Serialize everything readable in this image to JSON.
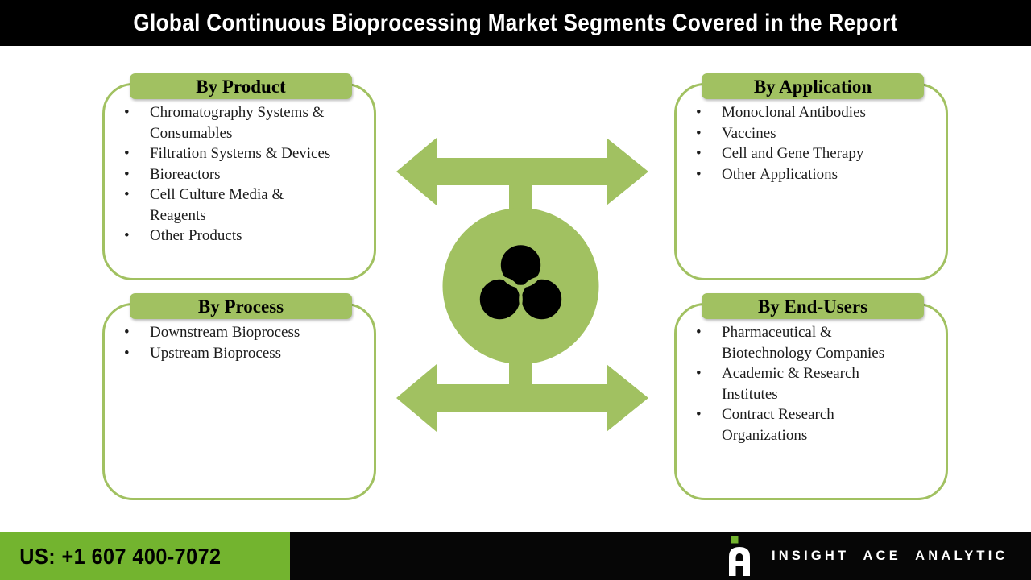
{
  "header": {
    "title": "Global Continuous Bioprocessing Market Segments Covered in the Report"
  },
  "segments": [
    {
      "title": "By Product",
      "items": [
        "Chromatography Systems &\nConsumables",
        "Filtration Systems & Devices",
        "Bioreactors",
        "Cell Culture Media &\nReagents",
        "Other Products"
      ]
    },
    {
      "title": "By Application",
      "items": [
        "Monoclonal Antibodies",
        "Vaccines",
        "Cell and Gene Therapy",
        "Other Applications"
      ]
    },
    {
      "title": "By Process",
      "items": [
        "Downstream Bioprocess",
        "Upstream Bioprocess"
      ]
    },
    {
      "title": "By End-Users",
      "items": [
        "Pharmaceutical &\nBiotechnology Companies",
        "Academic & Research\nInstitutes",
        "Contract Research\nOrganizations"
      ]
    }
  ],
  "center_graphic": {
    "icon": "venn-three-circles-icon",
    "arrows": "double-headed-horizontal-arrows"
  },
  "footer": {
    "phone": "US: +1 607 400-7072",
    "brand": "INSIGHT ACE ANALYTIC"
  },
  "colors": {
    "accent_green": "#a1c161",
    "bright_green": "#73b42f",
    "bar_black": "#060606",
    "text_dark": "#1c1c1c",
    "white": "#ffffff"
  }
}
